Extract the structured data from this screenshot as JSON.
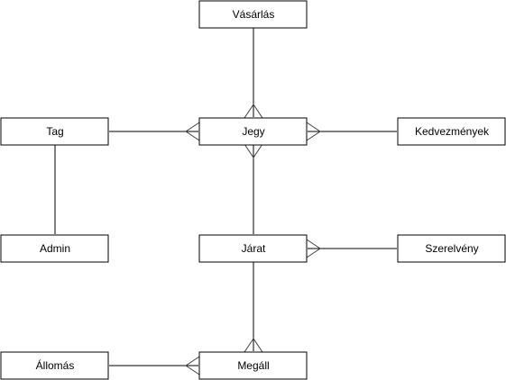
{
  "diagram": {
    "entities": {
      "vasarlas": "Vásárlás",
      "tag": "Tag",
      "jegy": "Jegy",
      "kedvezmenyek": "Kedvezmények",
      "admin": "Admin",
      "jarat": "Járat",
      "szerelveny": "Szerelvény",
      "allomas": "Állomás",
      "megall": "Megáll"
    },
    "relationships": [
      {
        "from": "vasarlas",
        "to": "jegy",
        "many_end": "jegy"
      },
      {
        "from": "tag",
        "to": "jegy",
        "many_end": "jegy"
      },
      {
        "from": "kedvezmenyek",
        "to": "jegy",
        "many_end": "jegy"
      },
      {
        "from": "tag",
        "to": "admin",
        "many_end": ""
      },
      {
        "from": "jarat",
        "to": "jegy",
        "many_end": "jegy"
      },
      {
        "from": "szerelveny",
        "to": "jarat",
        "many_end": "jarat"
      },
      {
        "from": "jarat",
        "to": "megall",
        "many_end": "megall"
      },
      {
        "from": "allomas",
        "to": "megall",
        "many_end": "megall"
      }
    ]
  }
}
